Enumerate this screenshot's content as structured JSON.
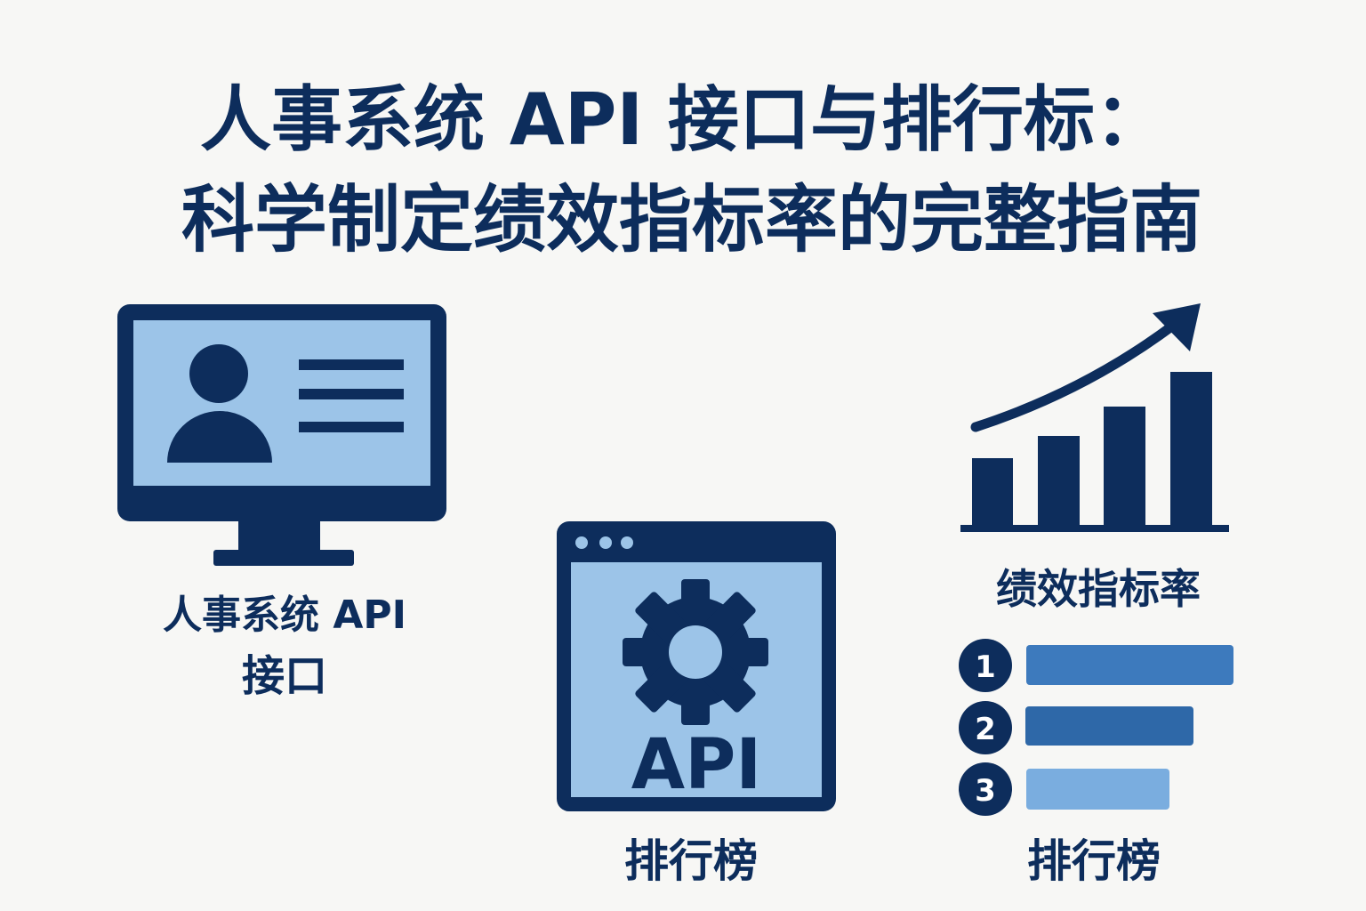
{
  "title": {
    "line1": "人事系统 API 接口与排行标：",
    "line2": "科学制定绩效指标率的完整指南"
  },
  "panels": {
    "hr_system": {
      "icon": "monitor-user-profile-icon",
      "label_line1": "人事系统 API",
      "label_line2": "接口"
    },
    "api": {
      "icon": "browser-gear-icon",
      "window_text": "API",
      "label": "排行榜"
    },
    "performance": {
      "icon": "bar-chart-rising-arrow-icon",
      "label": "绩效指标率"
    },
    "ranking": {
      "items": [
        {
          "rank": "1",
          "color": "#3d7abd"
        },
        {
          "rank": "2",
          "color": "#2e68a8"
        },
        {
          "rank": "3",
          "color": "#7aaddf"
        }
      ],
      "label": "排行榜"
    }
  },
  "colors": {
    "primary": "#0d2d5c",
    "light": "#9cc4e8",
    "background": "#f7f7f5"
  }
}
